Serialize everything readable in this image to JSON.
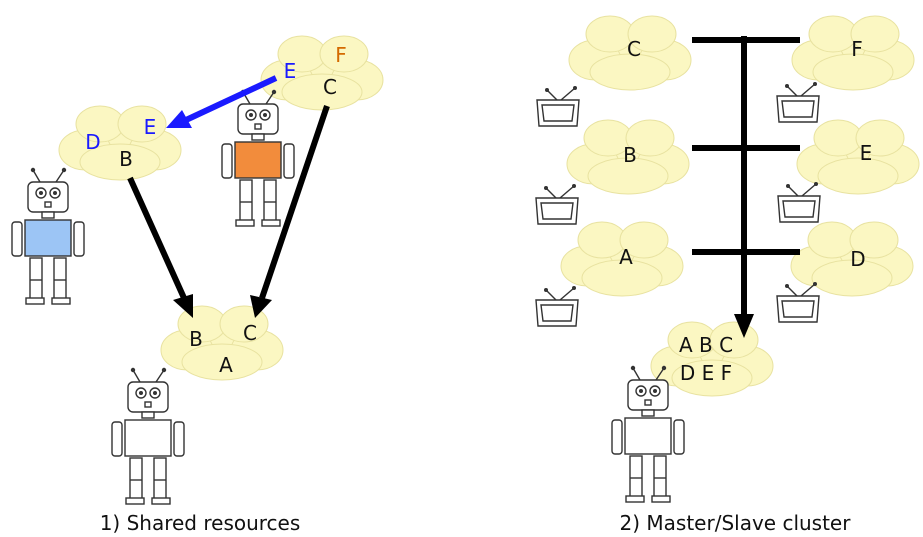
{
  "colors": {
    "dark": "#111111",
    "blue": "#1a1aff",
    "orange": "#d46a00",
    "robot_blue": "#9cc5f5",
    "robot_orange": "#f28c3c",
    "cloud": "#fbf7c2",
    "arrow_black": "#000000",
    "arrow_blue": "#1a1aff"
  },
  "panel1": {
    "caption": "1) Shared resources",
    "cloud_left": {
      "labels": {
        "d": "D",
        "e": "E",
        "b": "B"
      }
    },
    "cloud_right": {
      "labels": {
        "e": "E",
        "f": "F",
        "c": "C"
      }
    },
    "cloud_bottom": {
      "labels": {
        "b": "B",
        "c": "C",
        "a": "A"
      }
    }
  },
  "panel2": {
    "caption": "2) Master/Slave cluster",
    "nodes": {
      "c": "C",
      "f": "F",
      "b": "B",
      "e": "E",
      "a": "A",
      "d": "D"
    },
    "master": {
      "row1": "A B C",
      "row2": "D E F"
    }
  }
}
